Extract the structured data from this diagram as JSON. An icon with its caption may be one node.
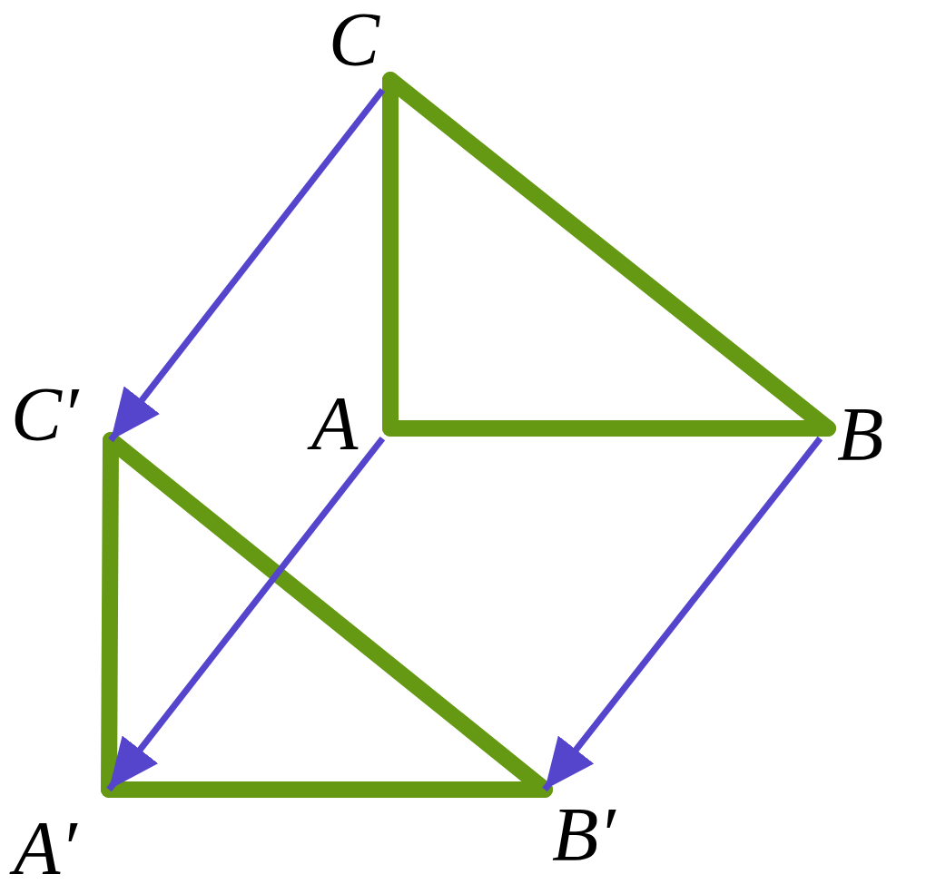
{
  "diagram": {
    "nodes": [
      {
        "text": [
          "C"
        ]
      },
      {
        "text": [
          "C′"
        ]
      },
      {
        "text": [
          "A"
        ]
      },
      {
        "text": [
          "B"
        ]
      },
      {
        "text": [
          "A′"
        ]
      },
      {
        "text": [
          "B′"
        ]
      }
    ],
    "edges": [
      {
        "from": 0,
        "to": 2,
        "arrow": "none"
      },
      {
        "from": 2,
        "to": 3,
        "arrow": "none"
      },
      {
        "from": 3,
        "to": 0,
        "arrow": "none"
      },
      {
        "from": 1,
        "to": 4,
        "arrow": "none"
      },
      {
        "from": 4,
        "to": 5,
        "arrow": "none"
      },
      {
        "from": 5,
        "to": 1,
        "arrow": "none"
      },
      {
        "from": 0,
        "to": 1,
        "arrow": "to",
        "color": "#5544cc"
      },
      {
        "from": 2,
        "to": 4,
        "arrow": "to",
        "color": "#5544cc"
      },
      {
        "from": 3,
        "to": 5,
        "arrow": "to",
        "color": "#5544cc"
      }
    ]
  }
}
